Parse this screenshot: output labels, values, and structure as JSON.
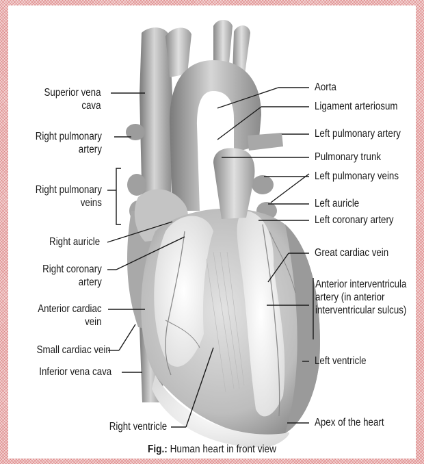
{
  "labels_left": {
    "superior_vena_cava": [
      "Superior vena",
      "cava"
    ],
    "right_pulmonary_artery": [
      "Right pulmonary",
      "artery"
    ],
    "right_pulmonary_veins": [
      "Right pulmonary",
      "veins"
    ],
    "right_auricle": "Right auricle",
    "right_coronary_artery": [
      "Right coronary",
      "artery"
    ],
    "anterior_cardiac_vein": [
      "Anterior cardiac",
      "vein"
    ],
    "small_cardiac_vein": "Small cardiac vein",
    "inferior_vena_cava": "Inferior vena cava",
    "right_ventricle": "Right ventricle"
  },
  "labels_right": {
    "aorta": "Aorta",
    "ligament_arteriosum": "Ligament arteriosum",
    "left_pulmonary_artery": "Left pulmonary artery",
    "pulmonary_trunk": "Pulmonary trunk",
    "left_pulmonary_veins": "Left pulmonary veins",
    "left_auricle": "Left auricle",
    "left_coronary_artery": "Left coronary artery",
    "great_cardiac_vein": "Great cardiac vein",
    "anterior_interventricular_artery": [
      "Anterior interventricula",
      "artery (in anterior",
      "interventricular sulcus)"
    ],
    "left_ventricle": "Left ventricle",
    "apex_of_the_heart": "Apex of the heart"
  },
  "caption": {
    "prefix": "Fig.:",
    "text": " Human heart in front view"
  }
}
